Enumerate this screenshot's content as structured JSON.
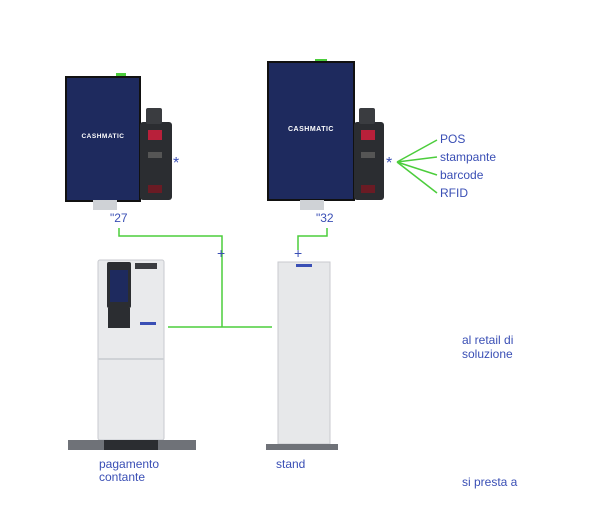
{
  "products": {
    "kiosk_small": {
      "brand": "CASHMATIC",
      "size_label": "\"27"
    },
    "kiosk_large": {
      "brand": "CASHMATIC",
      "size_label": "\"32"
    }
  },
  "connectors": {
    "plus_symbol": "+",
    "asterisk_symbol": "*"
  },
  "peripherals": [
    "POS",
    "stampante",
    "barcode",
    "RFID"
  ],
  "bottom_labels": {
    "cash_payment": "pagamento\ncontante",
    "stand": "stand"
  },
  "side_text": {
    "retail": "al retail di\nsoluzione",
    "presta": "si presta a"
  },
  "colors": {
    "line_green": "#4ccd3c",
    "label_blue": "#3a4fb5",
    "screen_navy": "#1e2a5e"
  }
}
